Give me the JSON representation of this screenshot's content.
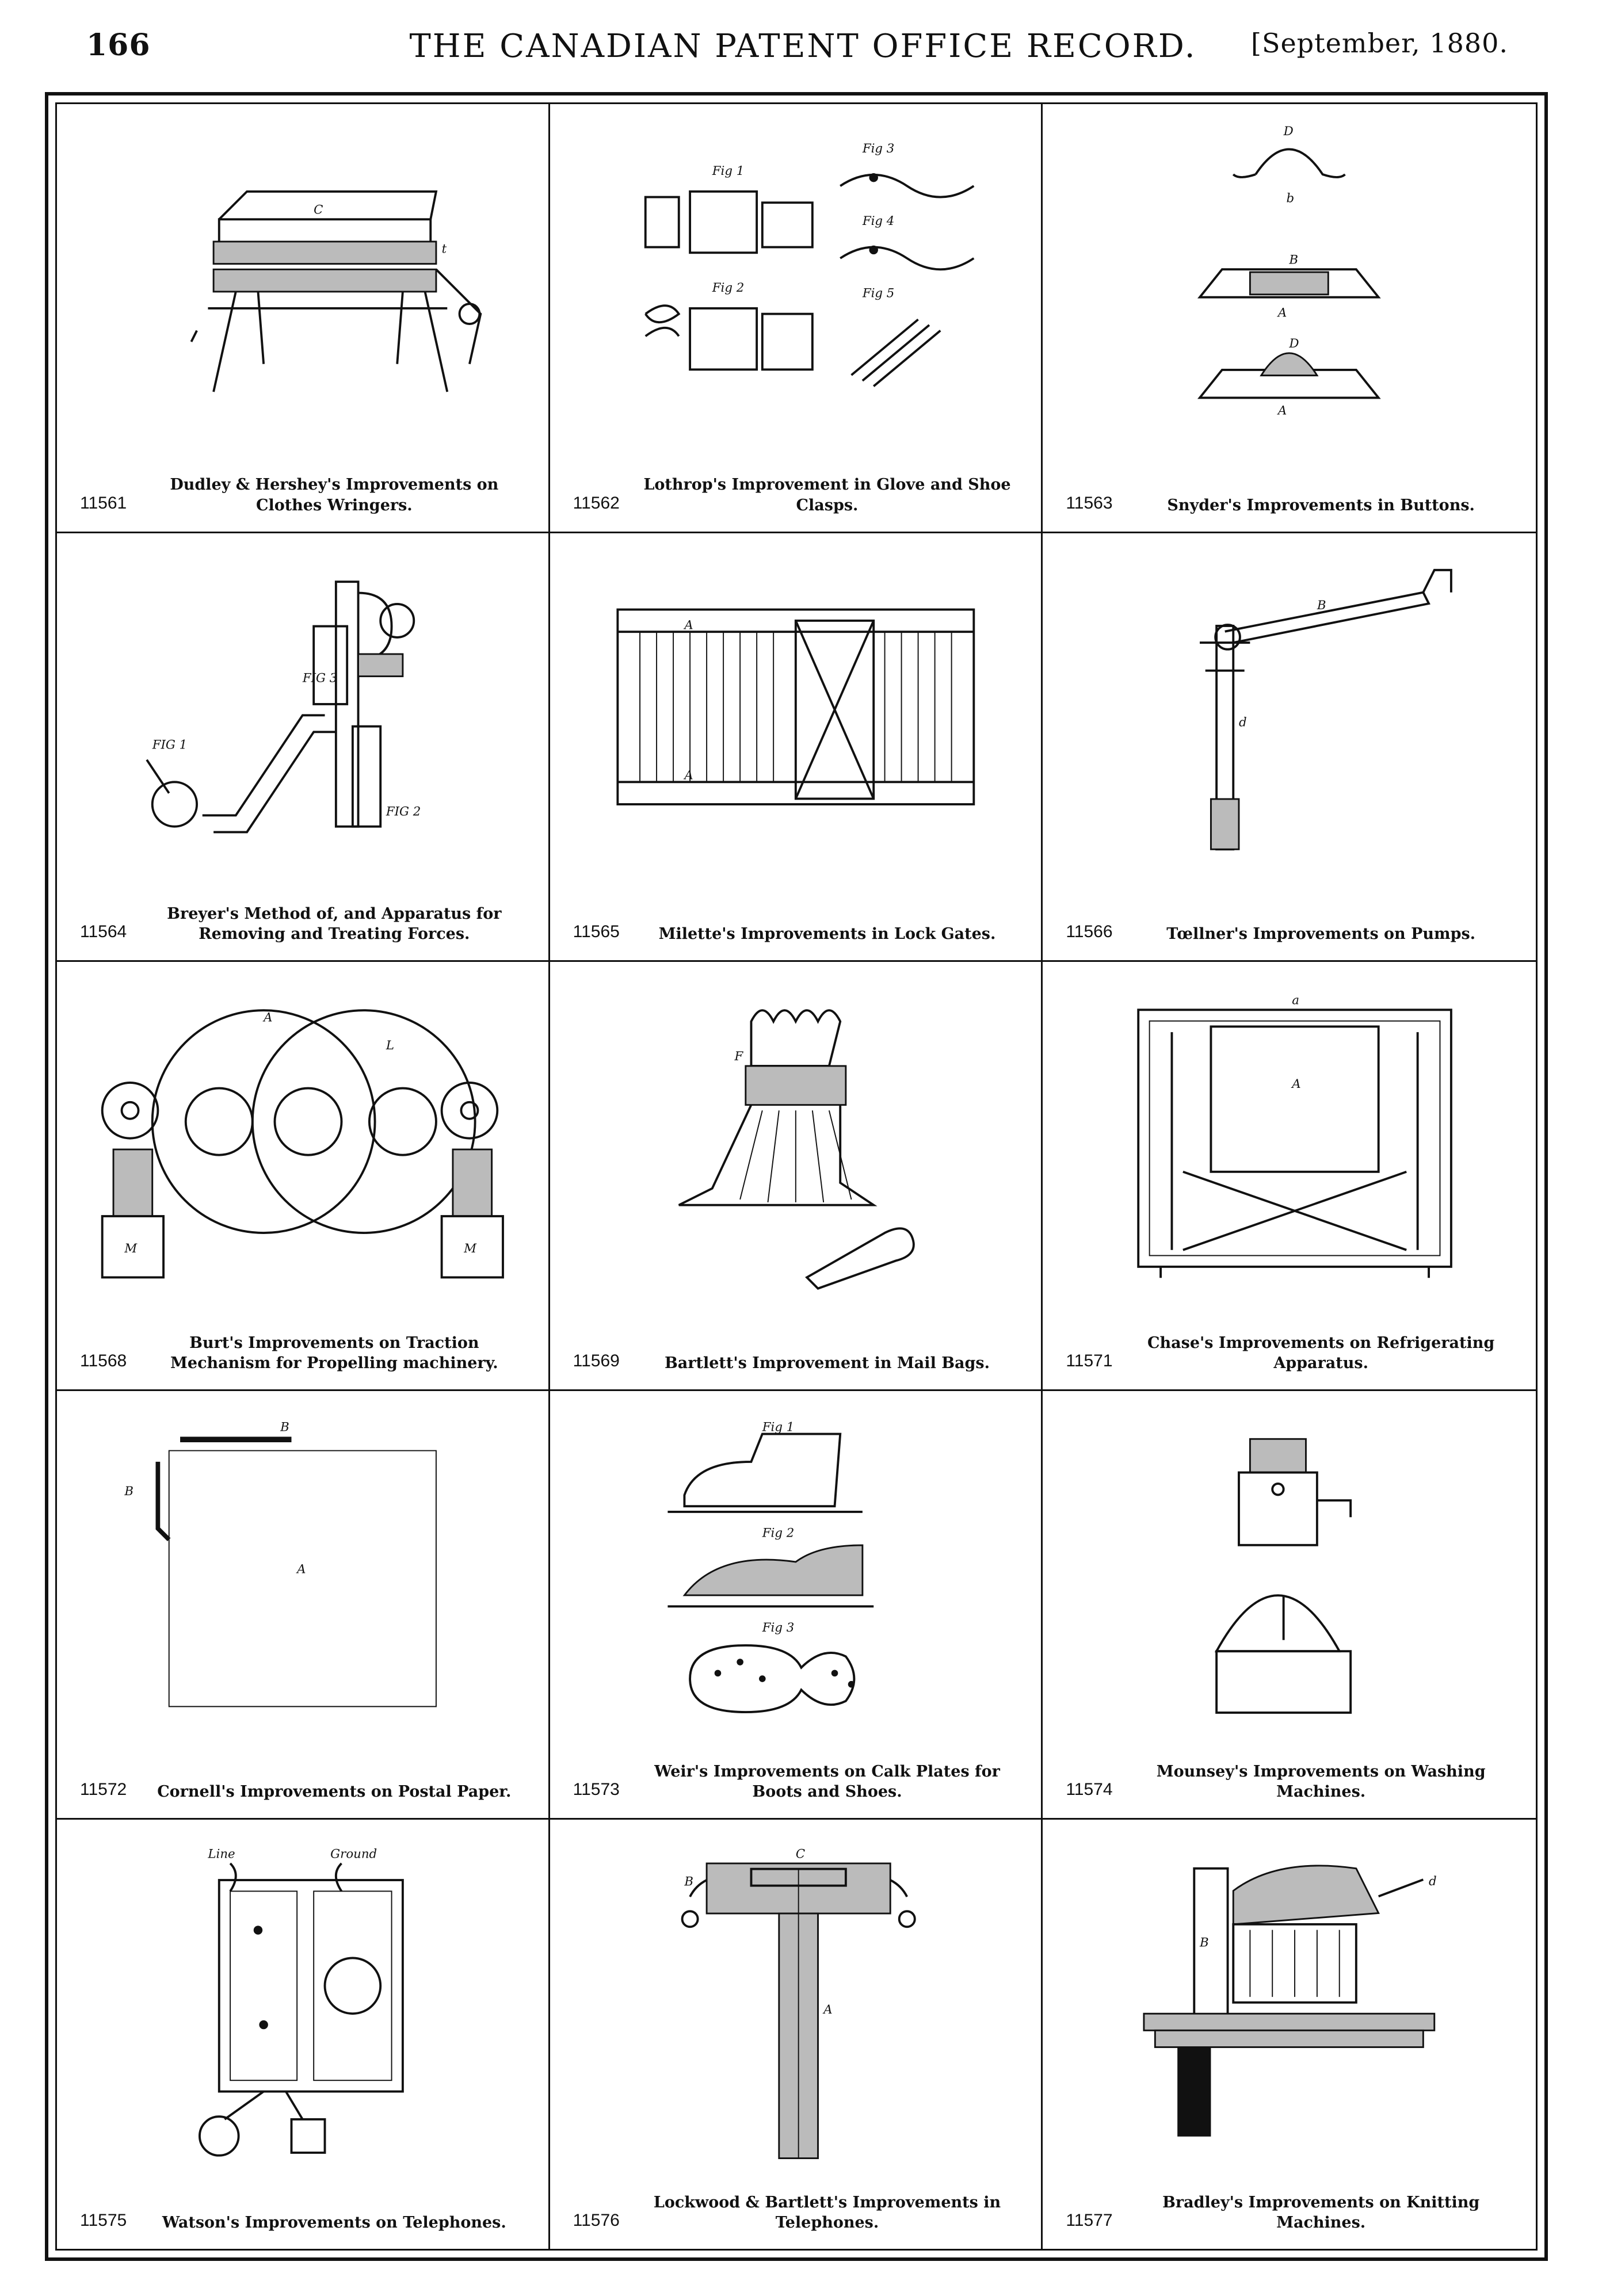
{
  "header": {
    "page_number": "166",
    "title": "THE CANADIAN PATENT OFFICE RECORD.",
    "date": "[September, 1880."
  },
  "entries": [
    {
      "number": "11561",
      "caption": "Dudley & Hershey's Improvements on Clothes Wringers.",
      "icon": "clothes-wringer-drawing"
    },
    {
      "number": "11562",
      "caption": "Lothrop's Improvement in Glove and Shoe Clasps.",
      "icon": "glove-clasp-drawing",
      "figure_labels": [
        "Fig 1",
        "Fig 2",
        "Fig 3",
        "Fig 4",
        "Fig 5"
      ]
    },
    {
      "number": "11563",
      "caption": "Snyder's Improvements in Buttons.",
      "icon": "button-drawing"
    },
    {
      "number": "11564",
      "caption": "Breyer's Method of, and Apparatus for Removing and Treating Forces.",
      "icon": "removing-apparatus-drawing"
    },
    {
      "number": "11565",
      "caption": "Milette's Improvements in Lock Gates.",
      "icon": "lock-gate-drawing"
    },
    {
      "number": "11566",
      "caption": "Tœllner's Improvements on Pumps.",
      "icon": "pump-drawing"
    },
    {
      "number": "11568",
      "caption": "Burt's Improvements on Traction Mechanism for Propelling machinery.",
      "icon": "traction-mechanism-drawing"
    },
    {
      "number": "11569",
      "caption": "Bartlett's Improvement in Mail Bags.",
      "icon": "mail-bag-drawing"
    },
    {
      "number": "11571",
      "caption": "Chase's Improvements on Refrigerating Apparatus.",
      "icon": "refrigerator-drawing"
    },
    {
      "number": "11572",
      "caption": "Cornell's Improvements on Postal Paper.",
      "icon": "postal-paper-drawing"
    },
    {
      "number": "11573",
      "caption": "Weir's Improvements on Calk Plates for Boots and Shoes.",
      "icon": "calk-plate-boot-drawing",
      "figure_labels": [
        "Fig 1",
        "Fig 2",
        "Fig 3"
      ]
    },
    {
      "number": "11574",
      "caption": "Mounsey's Improvements on Washing Machines.",
      "icon": "washing-machine-drawing"
    },
    {
      "number": "11575",
      "caption": "Watson's Improvements on Telephones.",
      "icon": "telephone-switchboard-drawing",
      "figure_labels": [
        "Line",
        "Ground"
      ]
    },
    {
      "number": "11576",
      "caption": "Lockwood & Bartlett's Improvements in Telephones.",
      "icon": "telephone-cross-section-drawing"
    },
    {
      "number": "11577",
      "caption": "Bradley's Improvements on Knitting Machines.",
      "icon": "knitting-machine-drawing"
    }
  ]
}
